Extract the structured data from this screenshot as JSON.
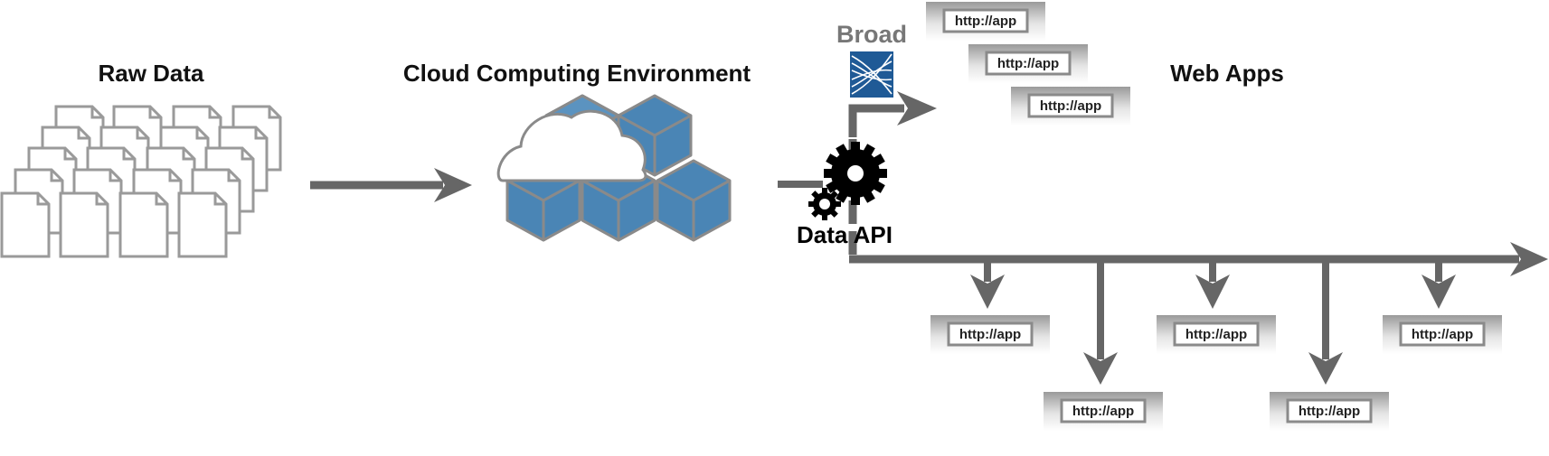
{
  "labels": {
    "raw_data": "Raw Data",
    "cloud": "Cloud Computing Environment",
    "web_apps": "Web Apps",
    "broad": "Broad",
    "data_api": "Data API"
  },
  "app_cards": [
    {
      "group": "top",
      "text": "http://app"
    },
    {
      "group": "top",
      "text": "http://app"
    },
    {
      "group": "top",
      "text": "http://app"
    },
    {
      "group": "bottom",
      "text": "http://app"
    },
    {
      "group": "bottom",
      "text": "http://app"
    },
    {
      "group": "bottom",
      "text": "http://app"
    },
    {
      "group": "bottom",
      "text": "http://app"
    },
    {
      "group": "bottom",
      "text": "http://app"
    }
  ],
  "icons": [
    "document-stack-icon",
    "cloud-icon",
    "cube-cluster-icon",
    "broad-logo",
    "gear-icon"
  ],
  "colors": {
    "arrow": "#666666",
    "cube_fill": "#4a85b5",
    "cube_stroke": "#8a8a8a",
    "doc_stroke": "#9a9a9a",
    "broad_text": "#777777",
    "broad_logo": "#1f5a96"
  }
}
